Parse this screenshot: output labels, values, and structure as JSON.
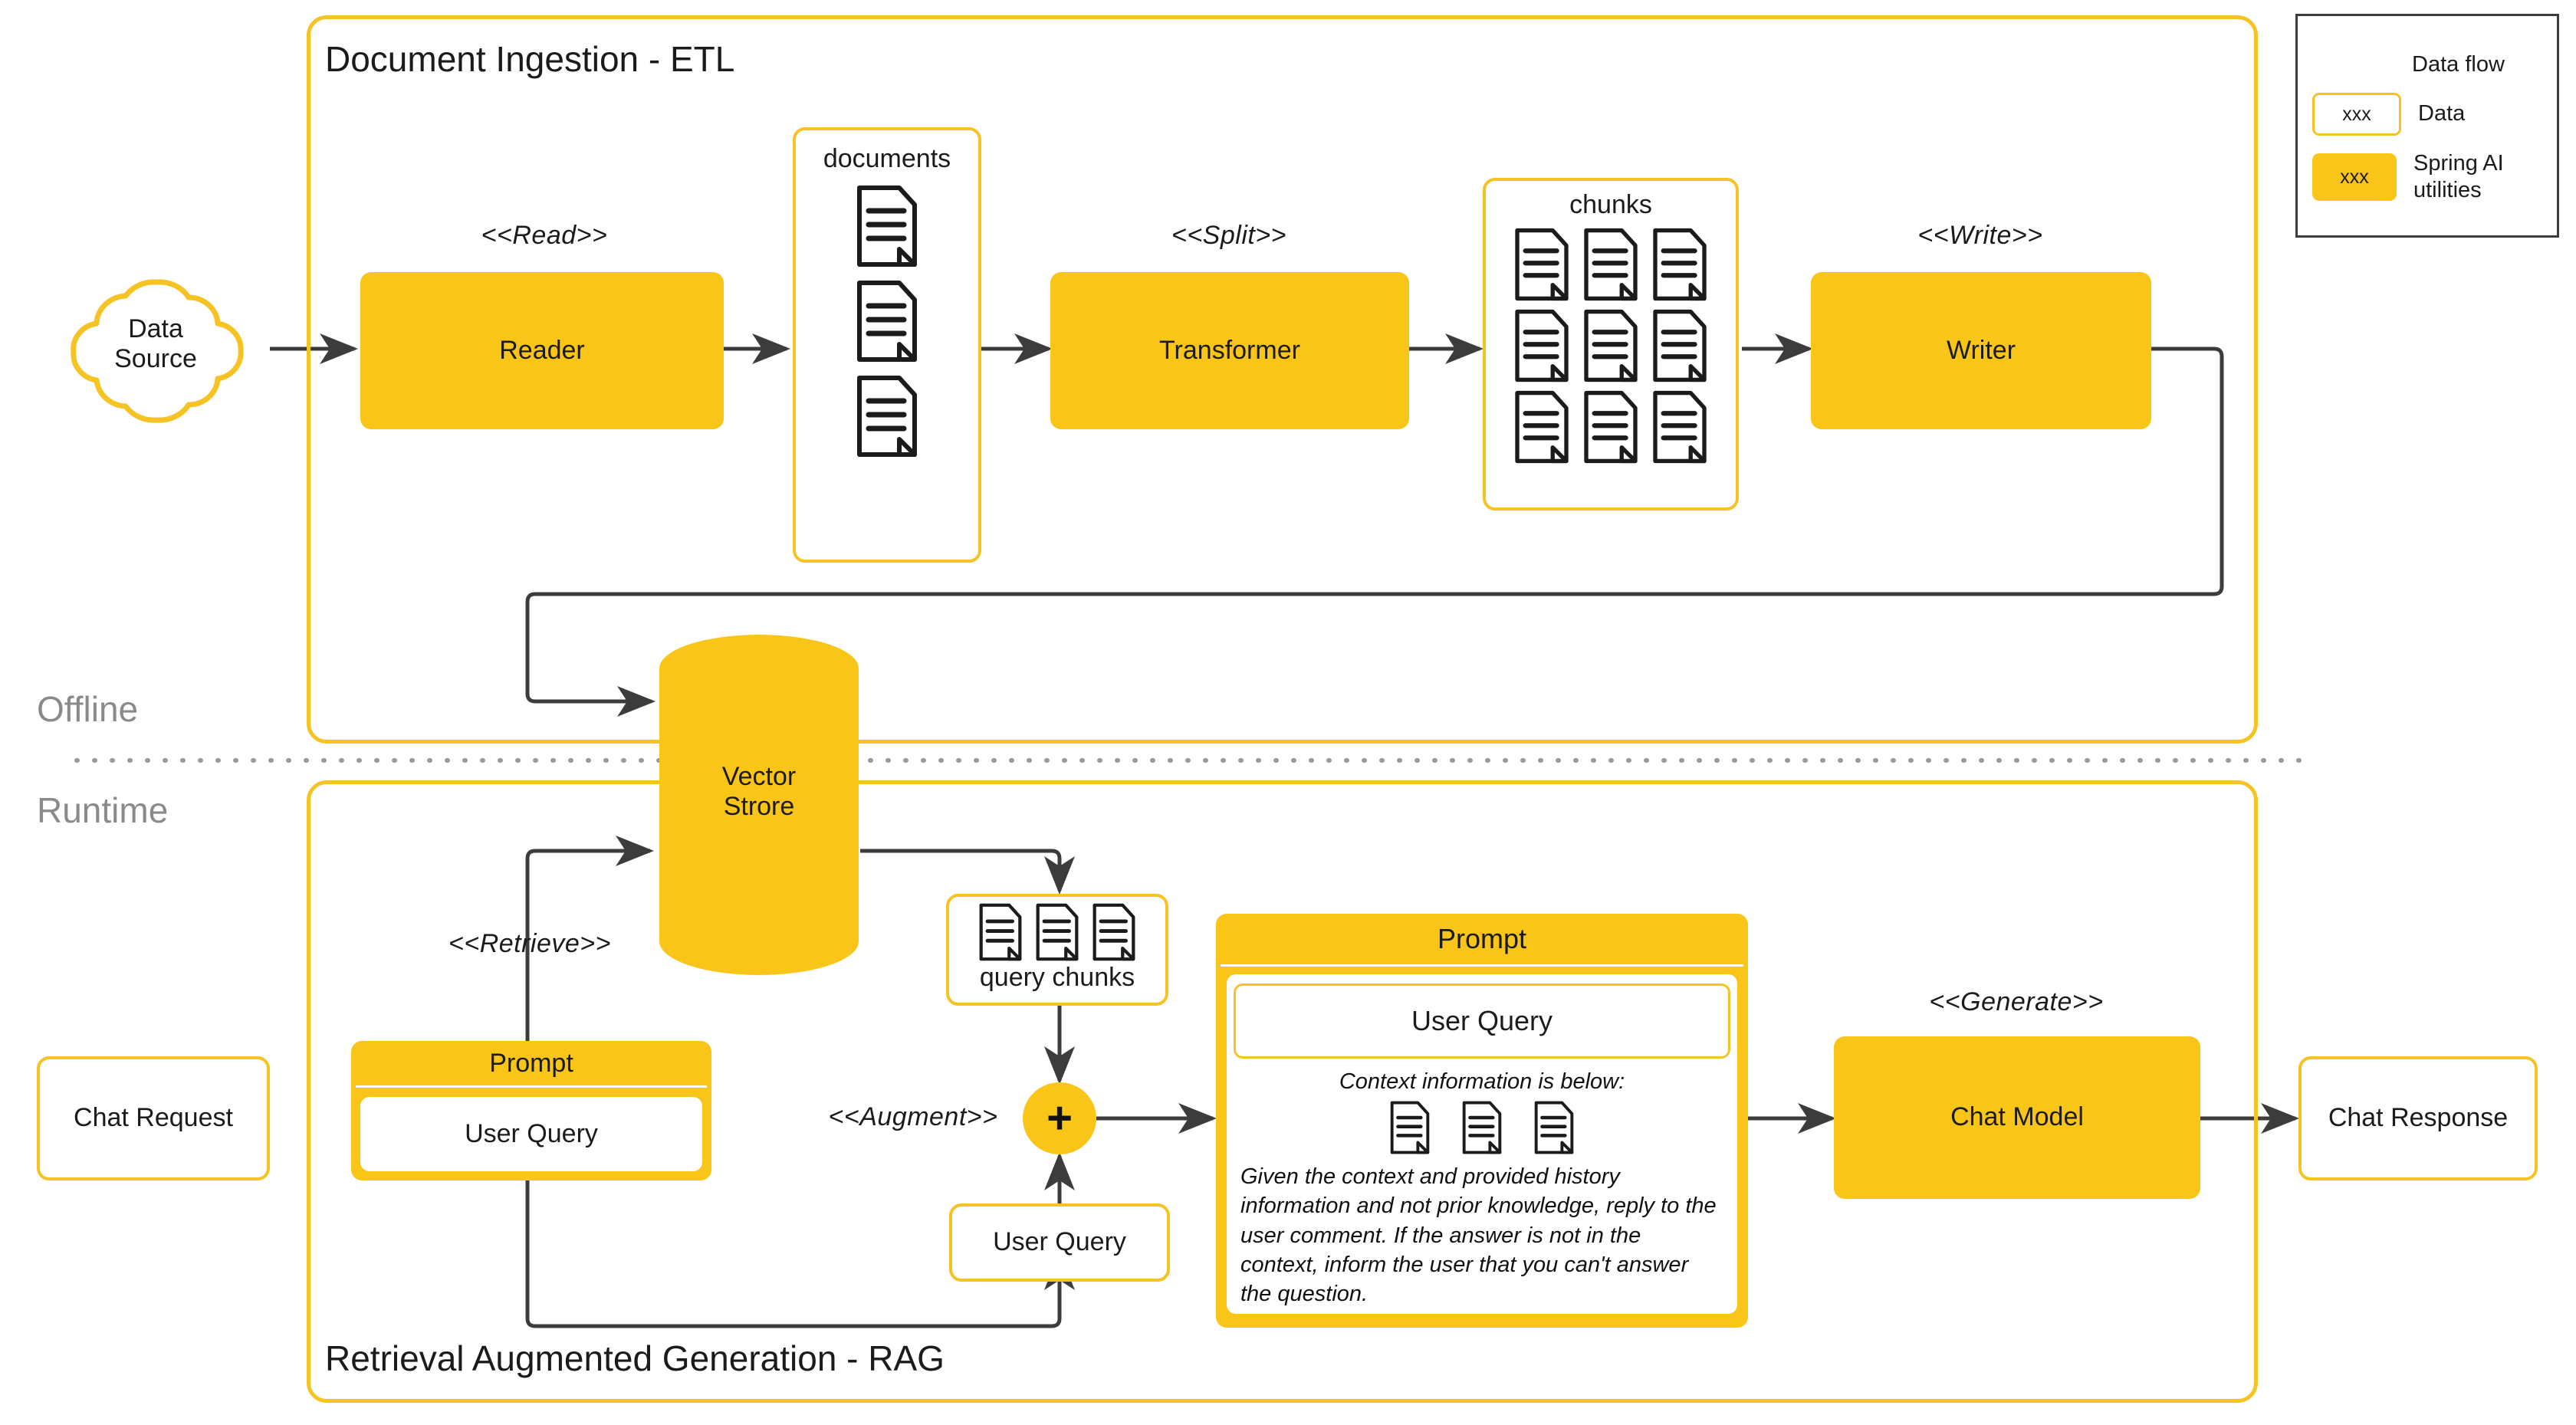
{
  "colors": {
    "accent": "#F9C518",
    "accent_border": "#F6C324",
    "line": "#3c3c3c",
    "phase_text": "#8a8a8a"
  },
  "phases": {
    "offline": "Offline",
    "runtime": "Runtime"
  },
  "etl": {
    "title": "Document Ingestion - ETL",
    "data_source": "Data Source",
    "data_source_line1": "Data",
    "data_source_line2": "Source",
    "read_stereotype": "<<Read>>",
    "reader": "Reader",
    "documents_label": "documents",
    "split_stereotype": "<<Split>>",
    "transformer": "Transformer",
    "chunks_label": "chunks",
    "write_stereotype": "<<Write>>",
    "writer": "Writer"
  },
  "vector_store": {
    "line1": "Vector",
    "line2": "Strore",
    "full": "Vector Strore"
  },
  "rag": {
    "title": "Retrieval Augmented Generation - RAG",
    "chat_request": "Chat Request",
    "retrieve_stereotype": "<<Retrieve>>",
    "prompt_small_title": "Prompt",
    "prompt_small_inner": "User Query",
    "query_chunks_label": "query chunks",
    "augment_stereotype": "<<Augment>>",
    "plus_symbol": "+",
    "user_query_box": "User Query",
    "prompt_big_title": "Prompt",
    "prompt_big_inner": "User Query",
    "context_heading": "Context information is below:",
    "context_body": "Given the context and provided history information and not prior knowledge, reply to the user comment. If the answer is not in the context, inform the user that you can't answer the question.",
    "generate_stereotype": "<<Generate>>",
    "chat_model": "Chat Model",
    "chat_response": "Chat Response"
  },
  "legend": {
    "arrow_label": "Data flow",
    "data_swatch_text": "xxx",
    "data_label": "Data",
    "springai_swatch_text": "xxx",
    "springai_label_line1": "Spring AI",
    "springai_label_line2": "utilities"
  }
}
